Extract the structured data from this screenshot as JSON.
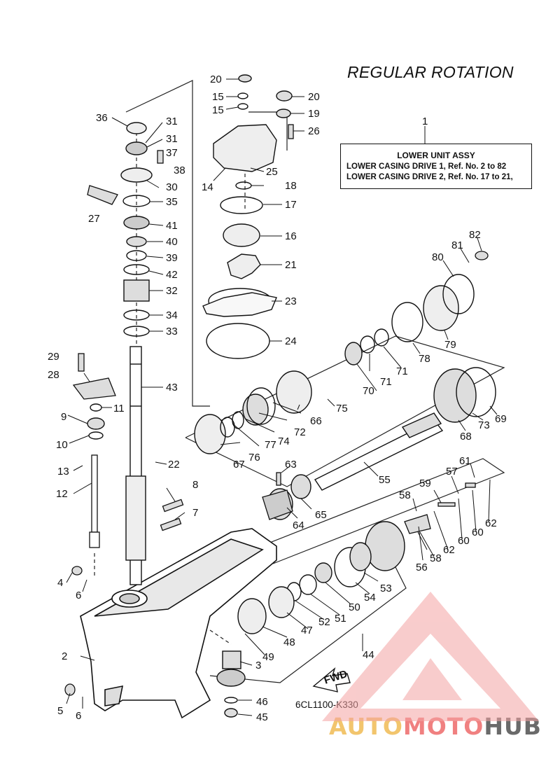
{
  "title": "REGULAR ROTATION",
  "callout": {
    "ref_number": "1",
    "heading": "LOWER UNIT ASSY",
    "lines": [
      "LOWER CASING DRIVE 1,  Ref. No. 2 to 82",
      "LOWER CASING DRIVE 2,  Ref. No. 17 to 21,"
    ]
  },
  "figure_code": "6CL1100-K330",
  "fwd_label": "FWD",
  "watermark": {
    "part1": "AUTO",
    "part2": "MOTO",
    "part3": "HUB"
  },
  "parts": [
    "1",
    "2",
    "3",
    "4",
    "5",
    "6",
    "6",
    "7",
    "8",
    "9",
    "10",
    "11",
    "12",
    "13",
    "14",
    "15",
    "15",
    "16",
    "17",
    "18",
    "19",
    "20",
    "20",
    "21",
    "22",
    "23",
    "24",
    "25",
    "26",
    "27",
    "28",
    "29",
    "30",
    "31",
    "31",
    "32",
    "33",
    "34",
    "35",
    "36",
    "37",
    "38",
    "39",
    "40",
    "41",
    "42",
    "43",
    "44",
    "45",
    "46",
    "47",
    "48",
    "49",
    "50",
    "51",
    "52",
    "53",
    "54",
    "55",
    "56",
    "57",
    "58",
    "58",
    "59",
    "60",
    "60",
    "61",
    "62",
    "62",
    "63",
    "64",
    "65",
    "66",
    "67",
    "68",
    "69",
    "70",
    "71",
    "71",
    "72",
    "73",
    "74",
    "75",
    "76",
    "77",
    "78",
    "79",
    "80",
    "81",
    "82"
  ]
}
